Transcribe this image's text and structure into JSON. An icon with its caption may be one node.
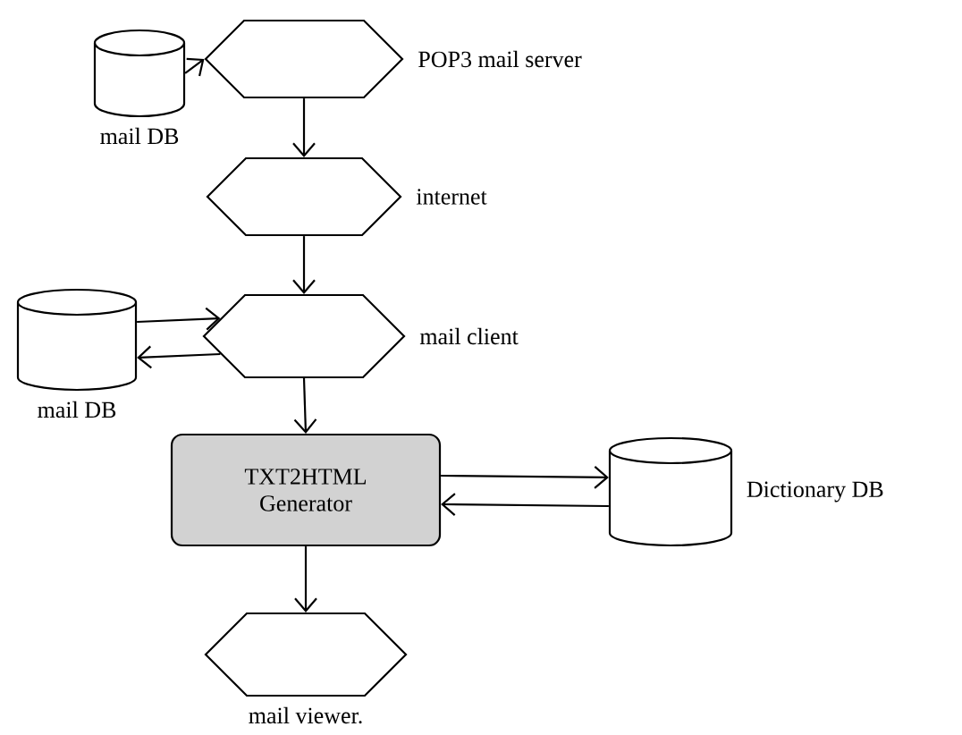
{
  "diagram": {
    "nodes": [
      {
        "text": [
          "mail DB"
        ]
      },
      {
        "text": [
          "POP3 mail server"
        ]
      },
      {
        "text": [
          "internet"
        ]
      },
      {
        "text": [
          "mail DB"
        ]
      },
      {
        "text": [
          "mail client"
        ]
      },
      {
        "text": [
          "TXT2HTML Generator"
        ]
      },
      {
        "text": [
          "Dictionary DB"
        ]
      },
      {
        "text": [
          "mail viewer."
        ]
      }
    ],
    "edges": [
      {
        "from": 0,
        "to": 1,
        "arrow": "to"
      },
      {
        "from": 1,
        "to": 2,
        "arrow": "to"
      },
      {
        "from": 2,
        "to": 4,
        "arrow": "to"
      },
      {
        "from": 3,
        "to": 4,
        "arrow": "to"
      },
      {
        "from": 4,
        "to": 3,
        "arrow": "to"
      },
      {
        "from": 4,
        "to": 5,
        "arrow": "to"
      },
      {
        "from": 5,
        "to": 6,
        "arrow": "to"
      },
      {
        "from": 6,
        "to": 5,
        "arrow": "to"
      },
      {
        "from": 5,
        "to": 7,
        "arrow": "to"
      }
    ]
  }
}
